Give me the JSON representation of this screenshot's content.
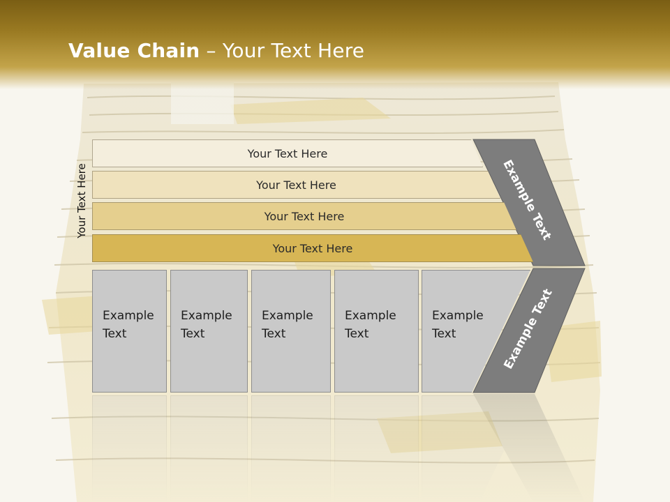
{
  "slide": {
    "title_bold": "Value Chain",
    "title_rest": " – Your Text Here",
    "side_label": "Your Text Here"
  },
  "bands": [
    {
      "label": "Your Text Here",
      "color": "#f4eedd"
    },
    {
      "label": "Your Text Here",
      "color": "#efe2bd"
    },
    {
      "label": "Your Text Here",
      "color": "#e5cf8e"
    },
    {
      "label": "Your Text Here",
      "color": "#d7b655"
    }
  ],
  "boxes": [
    {
      "line1": "Example",
      "line2": "Text"
    },
    {
      "line1": "Example",
      "line2": "Text"
    },
    {
      "line1": "Example",
      "line2": "Text"
    },
    {
      "line1": "Example",
      "line2": "Text"
    },
    {
      "line1": "Example",
      "line2": "Text"
    }
  ],
  "chevron": {
    "upper_label": "Example Text",
    "lower_label": "Example Text",
    "color": "#7d7d7d"
  },
  "colors": {
    "title_band": "#9a7a22",
    "box_fill": "#c9c9c9"
  }
}
